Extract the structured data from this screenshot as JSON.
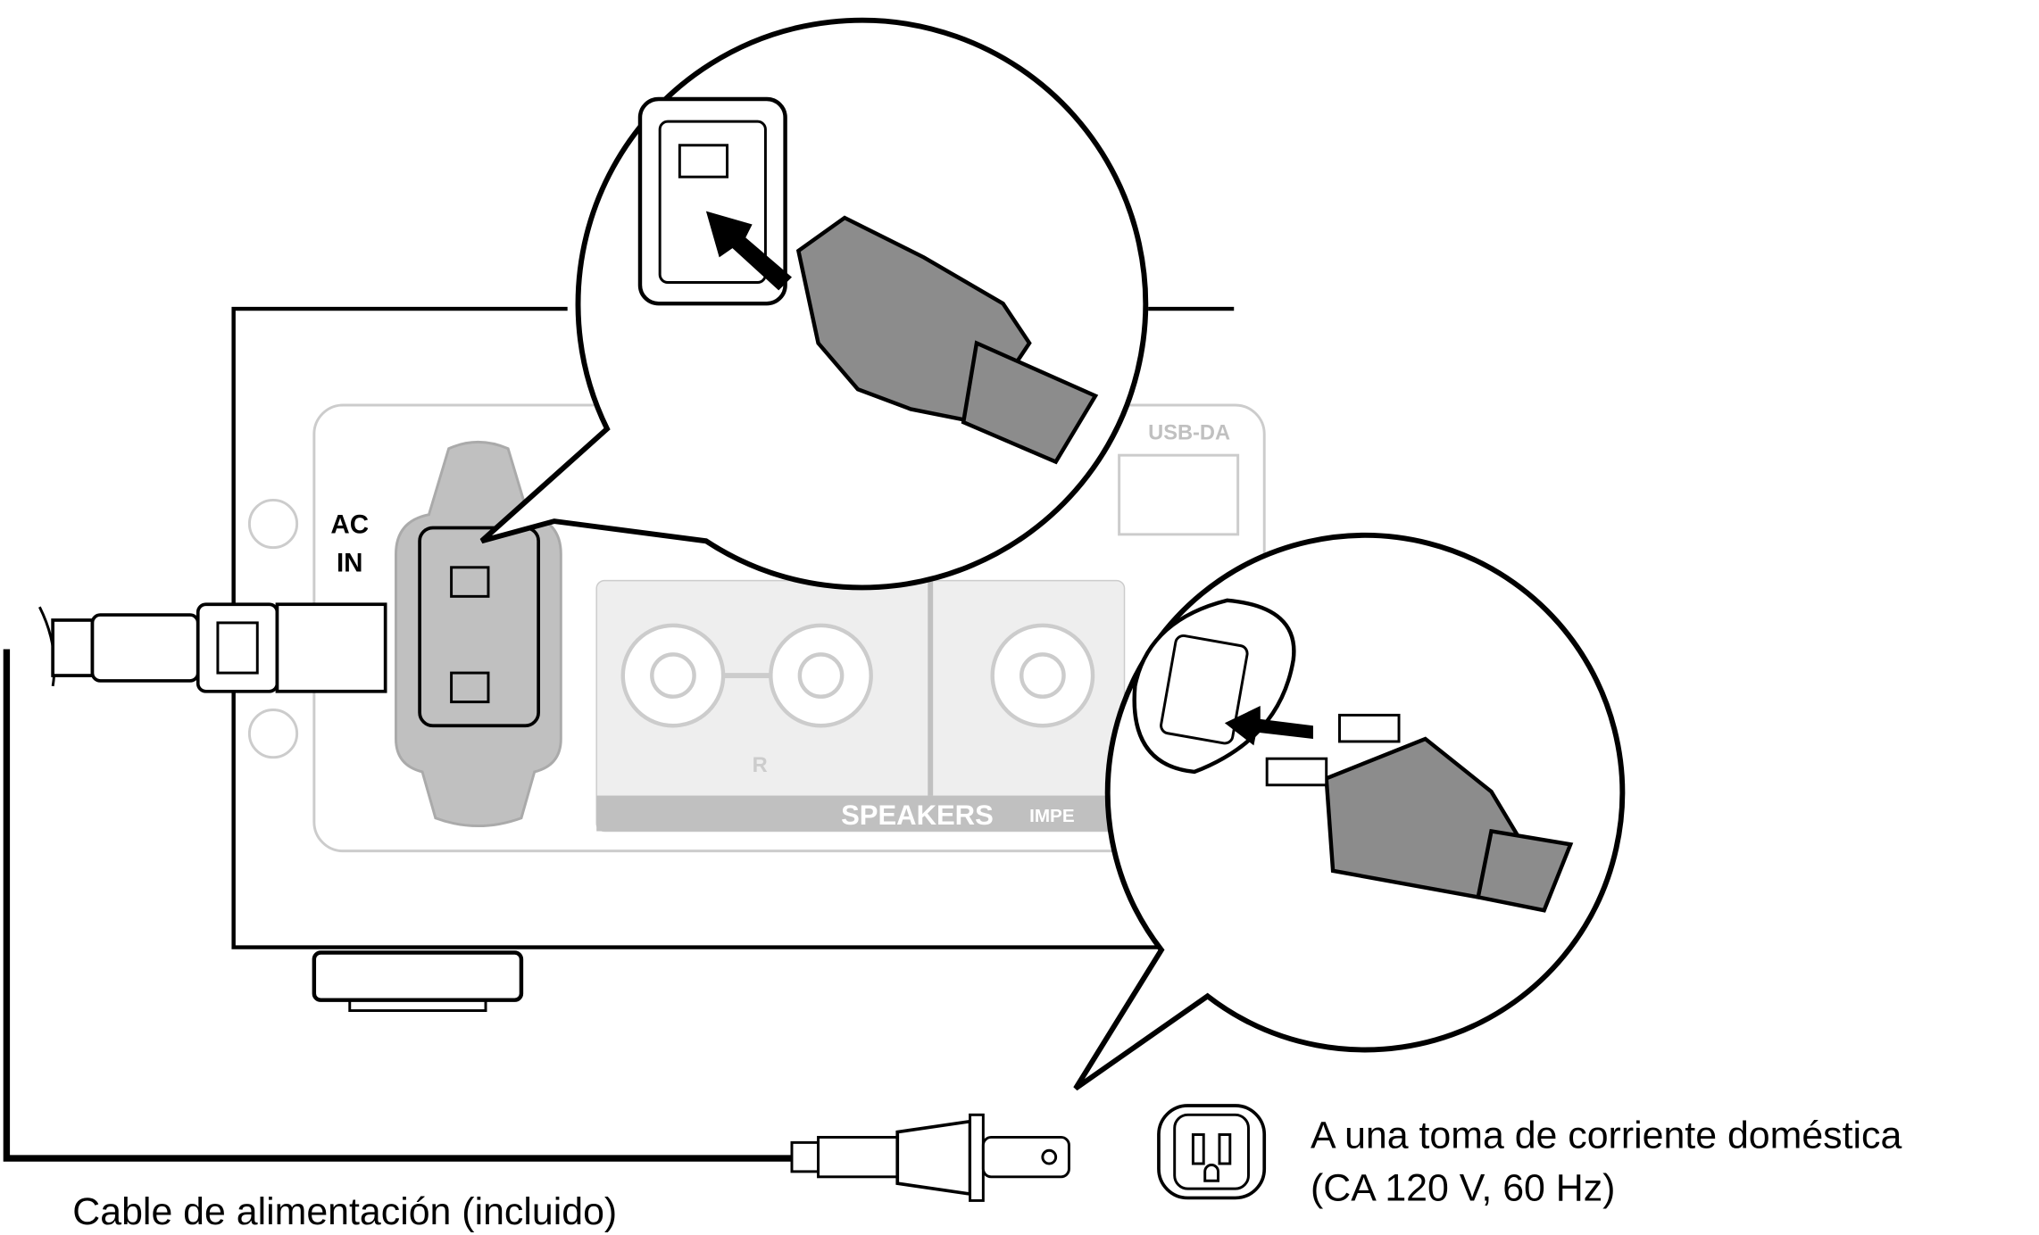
{
  "device": {
    "ac_in_line1": "AC",
    "ac_in_line2": "IN",
    "usb_label": "USB-DA",
    "speakers_label": "SPEAKERS",
    "impedance_label": "IMPE",
    "channel_label": "R"
  },
  "captions": {
    "cable": "Cable de alimentación (incluido)",
    "outlet_line1": "A una toma de corriente doméstica",
    "outlet_line2": "(CA 120 V, 60 Hz)"
  },
  "colors": {
    "line": "#000000",
    "panel_gray": "#c0c0c0",
    "panel_outline": "#cccccc",
    "plug_gray": "#8c8c8c"
  }
}
